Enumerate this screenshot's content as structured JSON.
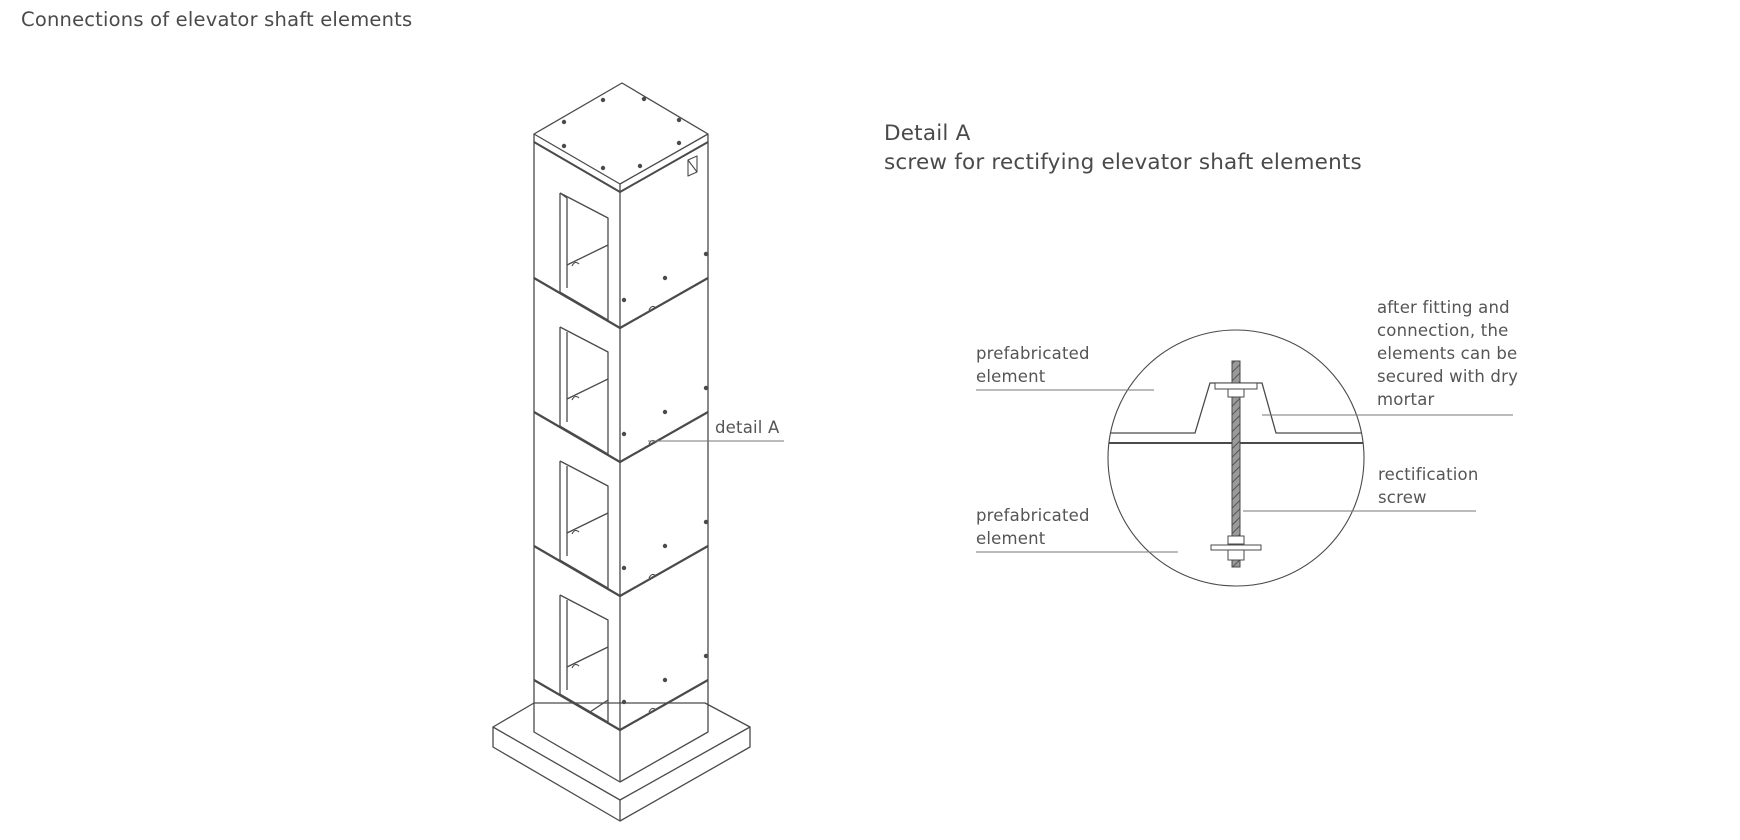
{
  "page": {
    "title": "Connections of elevator shaft elements"
  },
  "detail": {
    "heading_line1": "Detail A",
    "heading_line2": "screw for rectifying elevator shaft elements",
    "marker_label": "detail A"
  },
  "callouts": {
    "prefab_top": "prefabricated\nelement",
    "prefab_bottom": "prefabricated\nelement",
    "mortar_note": "after fitting and\nconnection, the\nelements can be\nsecured with dry\nmortar",
    "rectification_screw": "rectification\nscrew"
  },
  "colors": {
    "line": "#4a4a4a",
    "leader": "#777777",
    "text": "#555555"
  }
}
